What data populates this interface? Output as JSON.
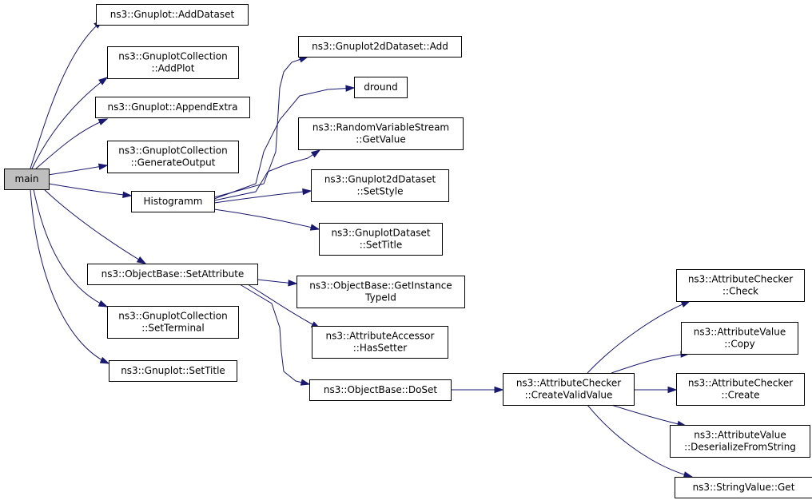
{
  "graph": {
    "nodes": {
      "main": {
        "lines": [
          "main"
        ],
        "root": true
      },
      "add_dataset": {
        "lines": [
          "ns3::Gnuplot::AddDataset"
        ]
      },
      "add_plot": {
        "lines": [
          "ns3::GnuplotCollection",
          "::AddPlot"
        ]
      },
      "append_extra": {
        "lines": [
          "ns3::Gnuplot::AppendExtra"
        ]
      },
      "generate_output": {
        "lines": [
          "ns3::GnuplotCollection",
          "::GenerateOutput"
        ]
      },
      "histogramm": {
        "lines": [
          "Histogramm"
        ]
      },
      "set_attribute": {
        "lines": [
          "ns3::ObjectBase::SetAttribute"
        ]
      },
      "set_terminal": {
        "lines": [
          "ns3::GnuplotCollection",
          "::SetTerminal"
        ]
      },
      "gnuplot_set_title": {
        "lines": [
          "ns3::Gnuplot::SetTitle"
        ]
      },
      "dataset2d_add": {
        "lines": [
          "ns3::Gnuplot2dDataset::Add"
        ]
      },
      "dround": {
        "lines": [
          "dround"
        ]
      },
      "rvs_get_value": {
        "lines": [
          "ns3::RandomVariableStream",
          "::GetValue"
        ]
      },
      "dataset2d_set_style": {
        "lines": [
          "ns3::Gnuplot2dDataset",
          "::SetStyle"
        ]
      },
      "dataset_set_title": {
        "lines": [
          "ns3::GnuplotDataset",
          "::SetTitle"
        ]
      },
      "get_instance_typeid": {
        "lines": [
          "ns3::ObjectBase::GetInstance",
          "TypeId"
        ]
      },
      "has_setter": {
        "lines": [
          "ns3::AttributeAccessor",
          "::HasSetter"
        ]
      },
      "do_set": {
        "lines": [
          "ns3::ObjectBase::DoSet"
        ]
      },
      "create_valid_value": {
        "lines": [
          "ns3::AttributeChecker",
          "::CreateValidValue"
        ]
      },
      "checker_check": {
        "lines": [
          "ns3::AttributeChecker",
          "::Check"
        ]
      },
      "value_copy": {
        "lines": [
          "ns3::AttributeValue",
          "::Copy"
        ]
      },
      "checker_create": {
        "lines": [
          "ns3::AttributeChecker",
          "::Create"
        ]
      },
      "value_deserialize": {
        "lines": [
          "ns3::AttributeValue",
          "::DeserializeFromString"
        ]
      },
      "stringvalue_get": {
        "lines": [
          "ns3::StringValue::Get"
        ]
      }
    },
    "edges": [
      [
        "main",
        "add_dataset"
      ],
      [
        "main",
        "add_plot"
      ],
      [
        "main",
        "append_extra"
      ],
      [
        "main",
        "generate_output"
      ],
      [
        "main",
        "histogramm"
      ],
      [
        "main",
        "set_attribute"
      ],
      [
        "main",
        "set_terminal"
      ],
      [
        "main",
        "gnuplot_set_title"
      ],
      [
        "histogramm",
        "dataset2d_add"
      ],
      [
        "histogramm",
        "dround"
      ],
      [
        "histogramm",
        "rvs_get_value"
      ],
      [
        "histogramm",
        "dataset2d_set_style"
      ],
      [
        "histogramm",
        "dataset_set_title"
      ],
      [
        "set_attribute",
        "get_instance_typeid"
      ],
      [
        "set_attribute",
        "has_setter"
      ],
      [
        "set_attribute",
        "do_set"
      ],
      [
        "do_set",
        "create_valid_value"
      ],
      [
        "create_valid_value",
        "checker_check"
      ],
      [
        "create_valid_value",
        "value_copy"
      ],
      [
        "create_valid_value",
        "checker_create"
      ],
      [
        "create_valid_value",
        "value_deserialize"
      ],
      [
        "create_valid_value",
        "stringvalue_get"
      ]
    ]
  }
}
